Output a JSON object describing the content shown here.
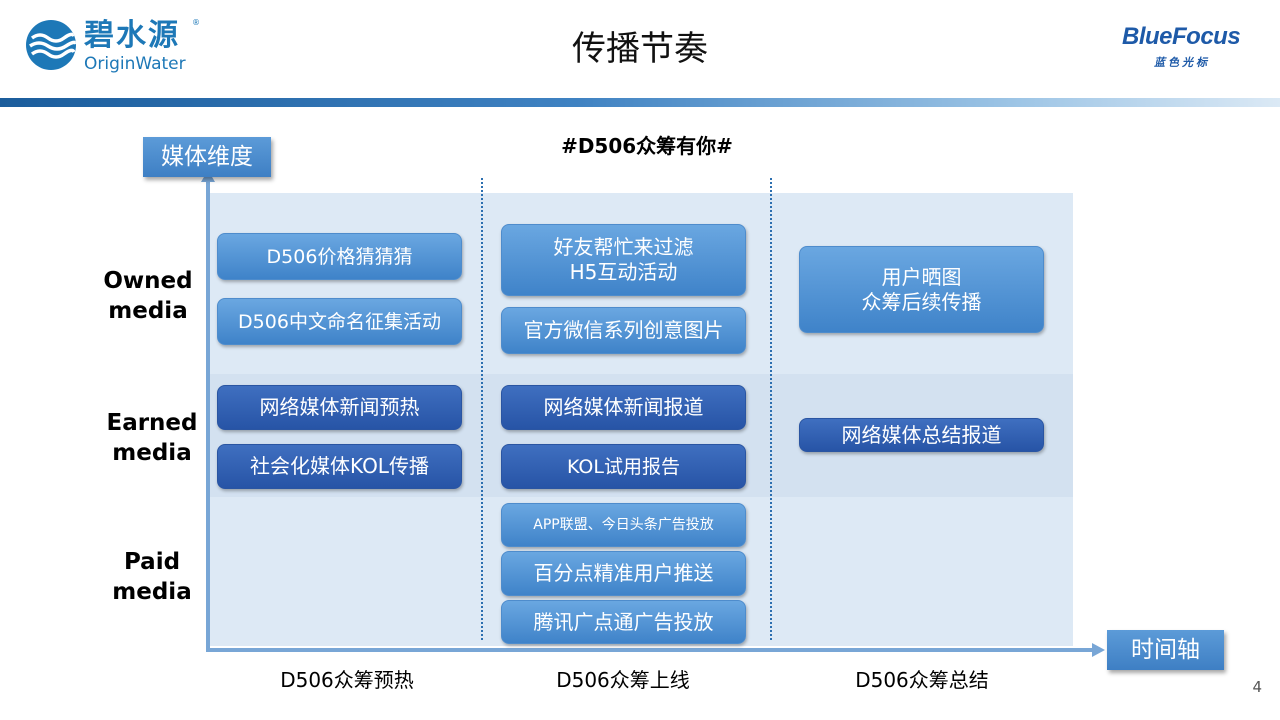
{
  "header": {
    "title": "传播节奏",
    "logo_left": {
      "cn": "碧水源",
      "en": "OriginWater",
      "reg": "®"
    },
    "logo_right": {
      "en": "BlueFocus",
      "cn": "蓝色光标"
    }
  },
  "hashtag": "#D506众筹有你#",
  "axes": {
    "y_label": "媒体维度",
    "x_label": "时间轴"
  },
  "rows": {
    "owned": [
      "Owned",
      "media"
    ],
    "earned": [
      "Earned",
      "media"
    ],
    "paid": [
      "Paid",
      "media"
    ]
  },
  "columns": [
    "D506众筹预热",
    "D506众筹上线",
    "D506众筹总结"
  ],
  "cells": {
    "owned_pre": [
      "D506价格猜猜猜",
      "D506中文命名征集活动"
    ],
    "owned_launch_1": [
      "好友帮忙来过滤",
      "H5互动活动"
    ],
    "owned_launch_2": "官方微信系列创意图片",
    "owned_summary": [
      "用户晒图",
      "众筹后续传播"
    ],
    "earned_pre": [
      "网络媒体新闻预热",
      "社会化媒体KOL传播"
    ],
    "earned_launch": [
      "网络媒体新闻报道",
      "KOL试用报告"
    ],
    "earned_summary": "网络媒体总结报道",
    "paid_launch": [
      "APP联盟、今日头条广告投放",
      "百分点精准用户推送",
      "腾讯广点通广告投放"
    ]
  },
  "page_number": "4"
}
